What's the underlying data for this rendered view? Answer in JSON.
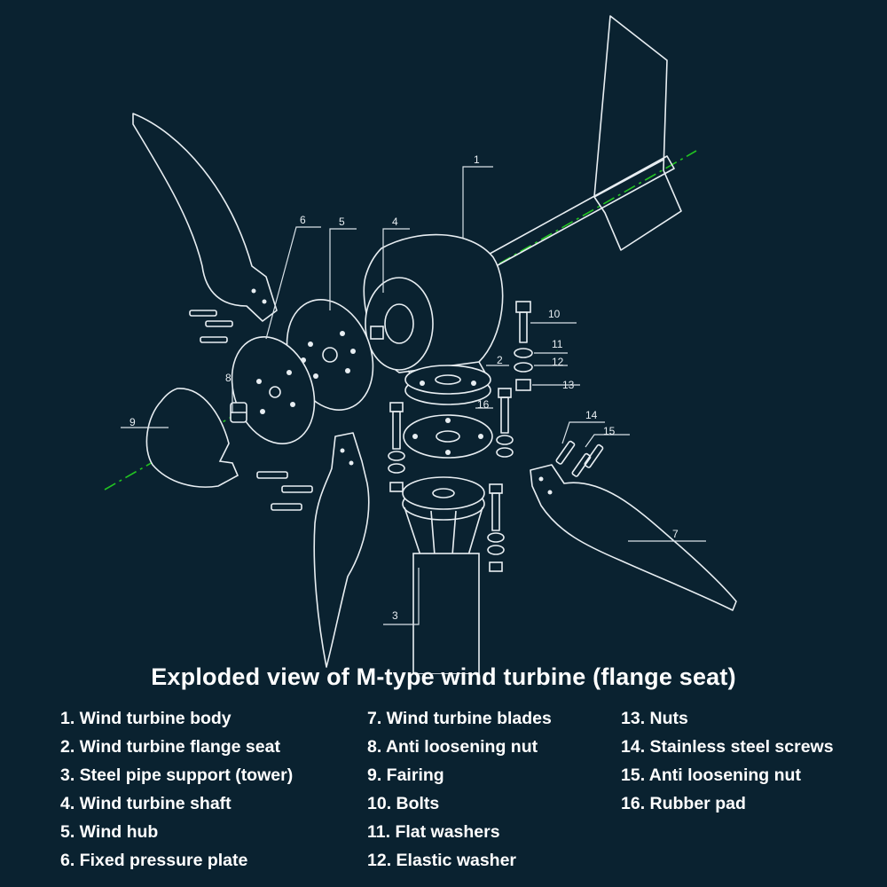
{
  "diagram": {
    "title": "Exploded view of M-type wind turbine (flange seat)",
    "callouts": [
      "1",
      "2",
      "3",
      "4",
      "5",
      "6",
      "7",
      "8",
      "9",
      "10",
      "11",
      "12",
      "13",
      "14",
      "15",
      "16"
    ],
    "legend_columns": [
      [
        "1. Wind turbine body",
        "2. Wind turbine flange seat",
        "3. Steel pipe support (tower)",
        "4. Wind turbine shaft",
        "5. Wind hub",
        "6. Fixed pressure plate"
      ],
      [
        "7. Wind turbine blades",
        "8. Anti loosening nut",
        "9. Fairing",
        "10. Bolts",
        "11. Flat washers",
        "12. Elastic washer"
      ],
      [
        "13. Nuts",
        "14. Stainless steel screws",
        "15. Anti loosening nut",
        "16. Rubber pad"
      ]
    ],
    "colors": {
      "background": "#0a2230",
      "line_art": "#e8eef2",
      "axis": "#22c422",
      "text": "#ffffff"
    }
  }
}
